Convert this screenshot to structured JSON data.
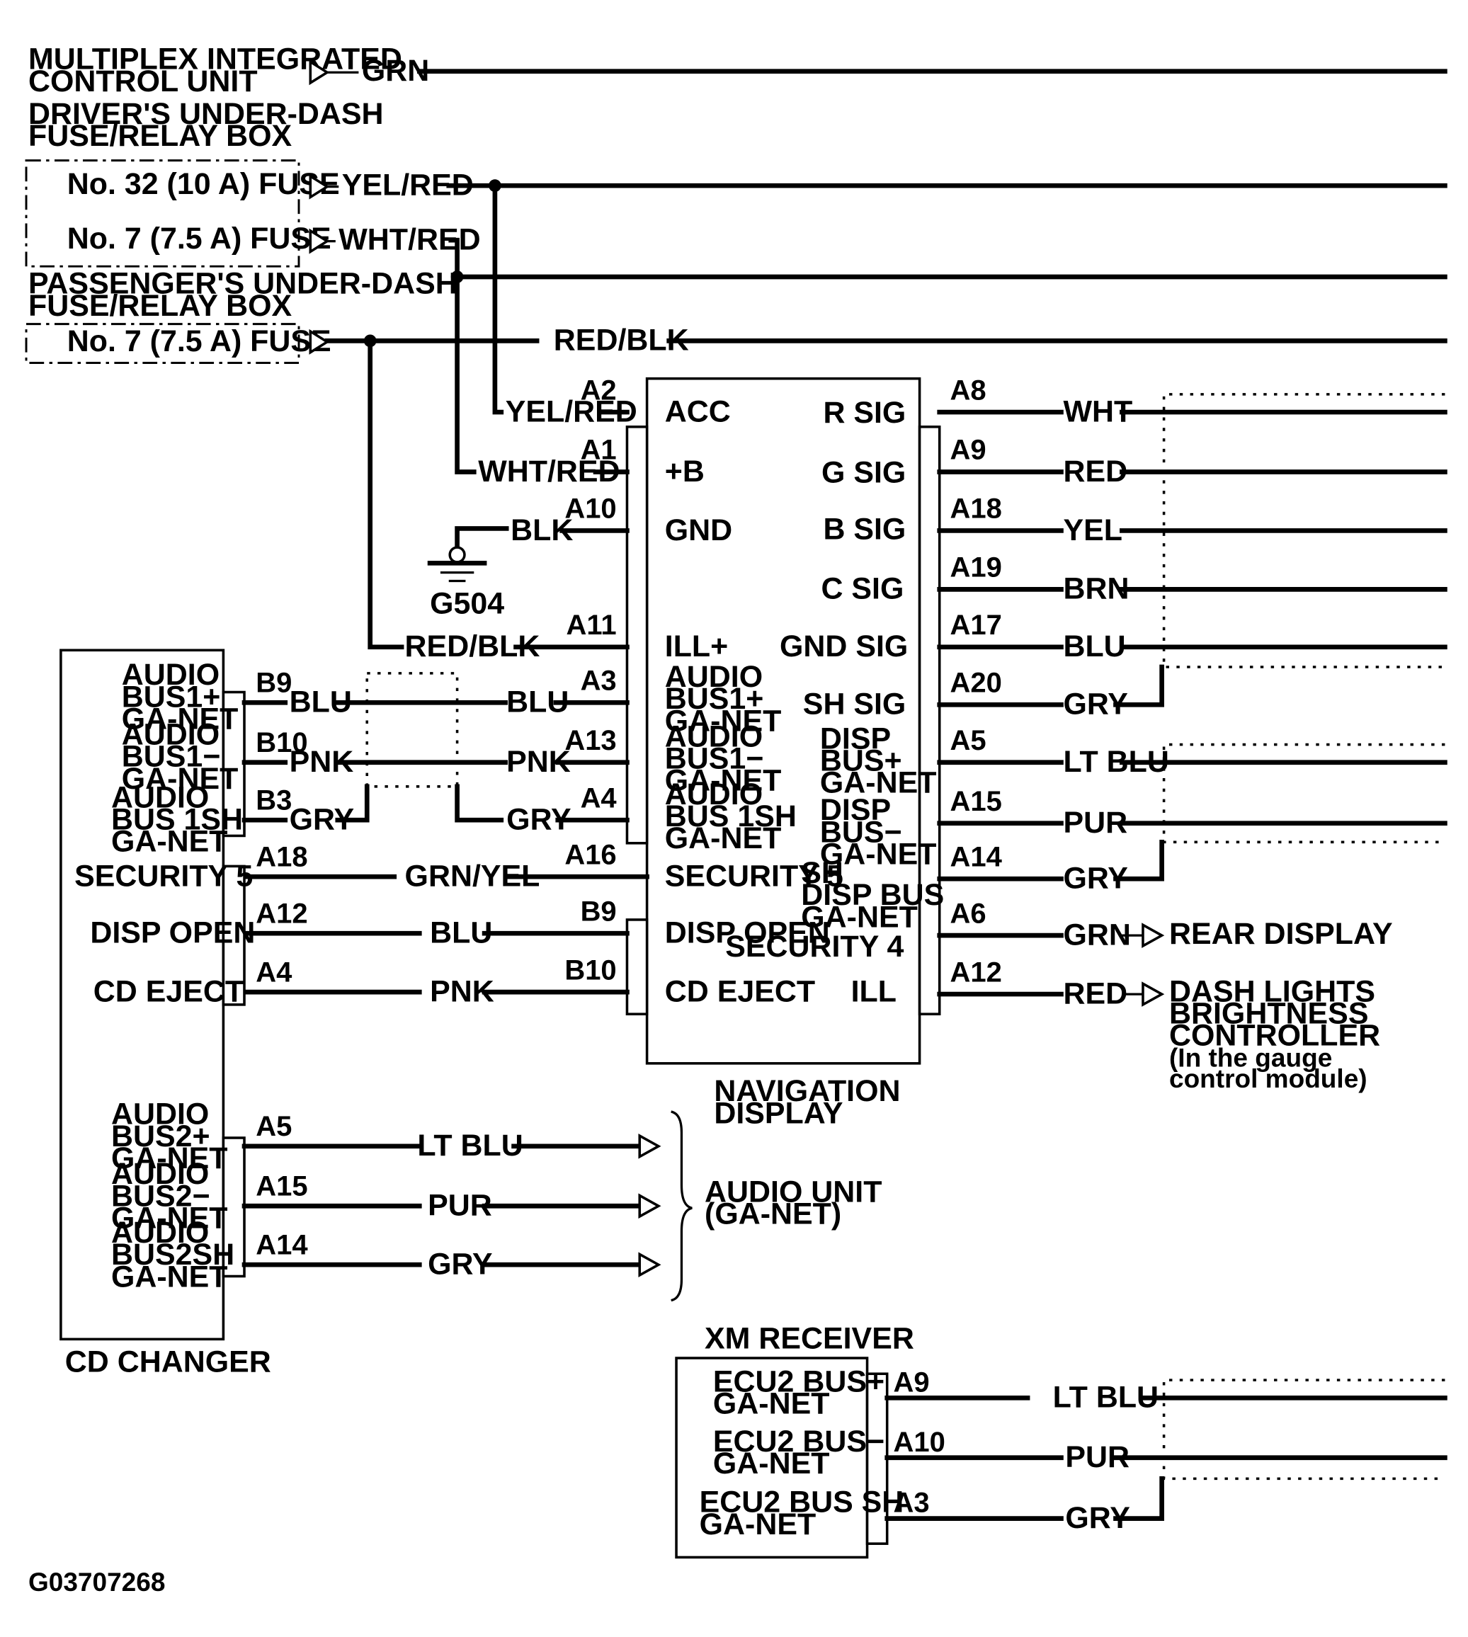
{
  "diagram_id": "G03707268",
  "components": {
    "multiplex": [
      "MULTIPLEX INTEGRATED",
      "CONTROL UNIT"
    ],
    "driver_box": [
      "DRIVER'S UNDER-DASH",
      "FUSE/RELAY BOX"
    ],
    "driver_fuses": [
      "No. 32 (10 A) FUSE",
      "No. 7 (7.5 A) FUSE"
    ],
    "passenger_box": [
      "PASSENGER'S UNDER-DASH",
      "FUSE/RELAY BOX"
    ],
    "passenger_fuse": "No. 7 (7.5 A) FUSE",
    "ground": "G504",
    "nav_display": [
      "NAVIGATION",
      "DISPLAY"
    ],
    "cd_changer": "CD CHANGER",
    "audio_unit": [
      "AUDIO UNIT",
      "(GA-NET)"
    ],
    "xm_receiver": "XM RECEIVER",
    "rear_display": "REAR DISPLAY",
    "dash_lights": [
      "DASH LIGHTS",
      "BRIGHTNESS",
      "CONTROLLER",
      "(In the gauge",
      "control module)"
    ]
  },
  "nav_left_pins": [
    {
      "pin": "A2",
      "terminal": [
        "ACC"
      ],
      "wire": "YEL/RED"
    },
    {
      "pin": "A1",
      "terminal": [
        "+B"
      ],
      "wire": "WHT/RED"
    },
    {
      "pin": "A10",
      "terminal": [
        "GND"
      ],
      "wire": "BLK"
    },
    {
      "pin": "A11",
      "terminal": [
        "ILL+"
      ],
      "wire": "RED/BLK"
    },
    {
      "pin": "A3",
      "terminal": [
        "AUDIO",
        "BUS1+",
        "GA-NET"
      ],
      "wire": "BLU"
    },
    {
      "pin": "A13",
      "terminal": [
        "AUDIO",
        "BUS1−",
        "GA-NET"
      ],
      "wire": "PNK"
    },
    {
      "pin": "A4",
      "terminal": [
        "AUDIO",
        "BUS 1SH",
        "GA-NET"
      ],
      "wire": "GRY"
    },
    {
      "pin": "A16",
      "terminal": [
        "SECURITY 5"
      ],
      "wire": "GRN/YEL"
    },
    {
      "pin": "B9",
      "terminal": [
        "DISP OPEN"
      ],
      "wire": "BLU"
    },
    {
      "pin": "B10",
      "terminal": [
        "CD EJECT"
      ],
      "wire": "PNK"
    }
  ],
  "nav_right_pins": [
    {
      "pin": "A8",
      "terminal": [
        "R SIG"
      ],
      "wire": "WHT"
    },
    {
      "pin": "A9",
      "terminal": [
        "G SIG"
      ],
      "wire": "RED"
    },
    {
      "pin": "A18",
      "terminal": [
        "B SIG"
      ],
      "wire": "YEL"
    },
    {
      "pin": "A19",
      "terminal": [
        "C SIG"
      ],
      "wire": "BRN"
    },
    {
      "pin": "A17",
      "terminal": [
        "GND SIG"
      ],
      "wire": "BLU"
    },
    {
      "pin": "A20",
      "terminal": [
        "SH SIG"
      ],
      "wire": "GRY"
    },
    {
      "pin": "A5",
      "terminal": [
        "DISP",
        "BUS+",
        "GA-NET"
      ],
      "wire": "LT BLU"
    },
    {
      "pin": "A15",
      "terminal": [
        "DISP",
        "BUS−",
        "GA-NET"
      ],
      "wire": "PUR"
    },
    {
      "pin": "A14",
      "terminal": [
        "SH",
        "DISP BUS",
        "GA-NET"
      ],
      "wire": "GRY"
    },
    {
      "pin": "A6",
      "terminal": [
        "SECURITY 4"
      ],
      "wire": "GRN"
    },
    {
      "pin": "A12",
      "terminal": [
        "ILL"
      ],
      "wire": "RED"
    }
  ],
  "cd_changer_pins": [
    {
      "pin": "B9",
      "terminal": [
        "AUDIO",
        "BUS1+",
        "GA-NET"
      ],
      "wire": "BLU"
    },
    {
      "pin": "B10",
      "terminal": [
        "AUDIO",
        "BUS1−",
        "GA-NET"
      ],
      "wire": "PNK"
    },
    {
      "pin": "B3",
      "terminal": [
        "AUDIO",
        "BUS 1SH",
        "GA-NET"
      ],
      "wire": "GRY"
    },
    {
      "pin": "A18",
      "terminal": [
        "SECURITY 5"
      ],
      "wire": "GRN/YEL"
    },
    {
      "pin": "A12",
      "terminal": [
        "DISP OPEN"
      ],
      "wire": "BLU"
    },
    {
      "pin": "A4",
      "terminal": [
        "CD EJECT"
      ],
      "wire": "PNK"
    },
    {
      "pin": "A5",
      "terminal": [
        "AUDIO",
        "BUS2+",
        "GA-NET"
      ],
      "wire": "LT BLU"
    },
    {
      "pin": "A15",
      "terminal": [
        "AUDIO",
        "BUS2−",
        "GA-NET"
      ],
      "wire": "PUR"
    },
    {
      "pin": "A14",
      "terminal": [
        "AUDIO",
        "BUS2SH",
        "GA-NET"
      ],
      "wire": "GRY"
    }
  ],
  "xm_pins": [
    {
      "pin": "A9",
      "terminal": [
        "ECU2 BUS+",
        "GA-NET"
      ],
      "wire": "LT BLU"
    },
    {
      "pin": "A10",
      "terminal": [
        "ECU2 BUS−",
        "GA-NET"
      ],
      "wire": "PUR"
    },
    {
      "pin": "A3",
      "terminal": [
        "ECU2 BUS SH",
        "GA-NET"
      ],
      "wire": "GRY"
    }
  ],
  "top_wires": {
    "multiplex": "GRN",
    "fuse32": "YEL/RED",
    "fuse7": "WHT/RED",
    "pass_fuse7": "RED/BLK"
  }
}
